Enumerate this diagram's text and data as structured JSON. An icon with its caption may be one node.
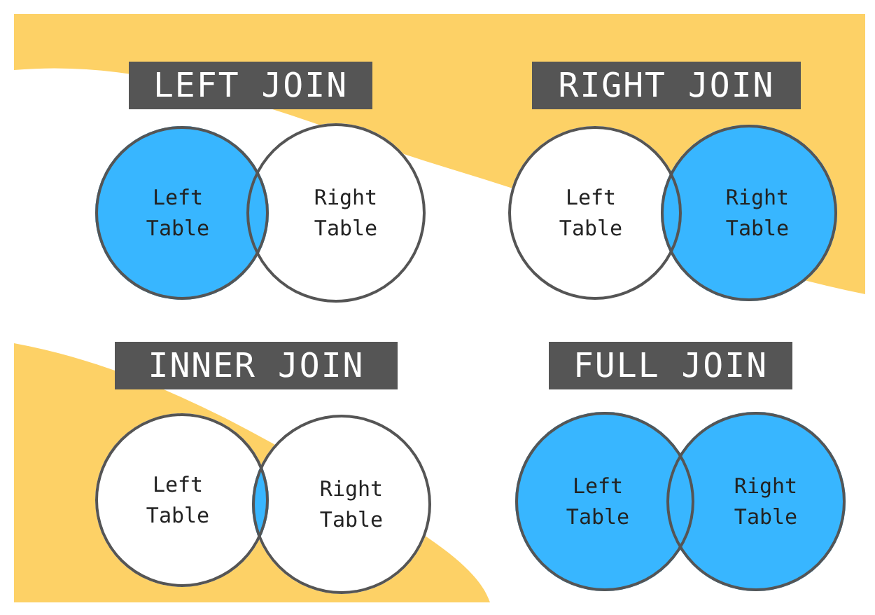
{
  "diagram": {
    "nodes": [
      {
        "text": [
          "LEFT JOIN"
        ]
      },
      {
        "text": [
          "RIGHT JOIN"
        ]
      },
      {
        "text": [
          "Left Table"
        ]
      },
      {
        "text": [
          "Right Table"
        ]
      },
      {
        "text": [
          "Left Table"
        ]
      },
      {
        "text": [
          "Right Table"
        ]
      },
      {
        "text": [
          "INNER JOIN"
        ]
      },
      {
        "text": [
          "FULL JOIN"
        ]
      },
      {
        "text": [
          "Left Table"
        ]
      },
      {
        "text": [
          "Right Table"
        ]
      },
      {
        "text": [
          "Left Table"
        ]
      },
      {
        "text": [
          "Right Table"
        ]
      }
    ]
  }
}
